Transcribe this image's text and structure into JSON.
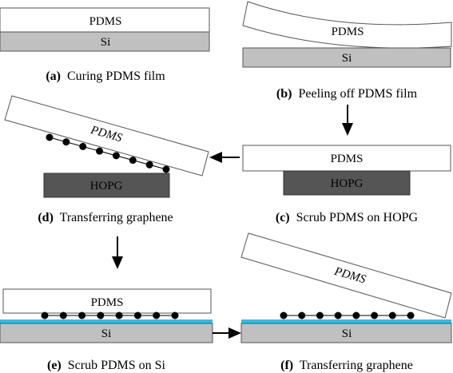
{
  "colors": {
    "si_fill": "#c0c0c0",
    "hopg_fill": "#555555",
    "pdms_fill": "#ffffff",
    "stroke": "#555555",
    "interface_layer": "#29bfe8",
    "dot": "#000000",
    "arrow": "#000000"
  },
  "labels": {
    "pdms": "PDMS",
    "si": "Si",
    "hopg": "HOPG"
  },
  "panels": {
    "a": {
      "letter": "(a)",
      "caption": "Curing PDMS film"
    },
    "b": {
      "letter": "(b)",
      "caption": "Peeling off PDMS film"
    },
    "c": {
      "letter": "(c)",
      "caption": "Scrub PDMS on HOPG"
    },
    "d": {
      "letter": "(d)",
      "caption": "Transferring graphene"
    },
    "e": {
      "letter": "(e)",
      "caption": "Scrub PDMS on Si"
    },
    "f": {
      "letter": "(f)",
      "caption": "Transferring graphene"
    }
  },
  "graphene_flake_counts": {
    "d": 8,
    "e": 8,
    "f": 8
  },
  "flow": [
    "a",
    "b",
    "c",
    "d",
    "e",
    "f"
  ]
}
